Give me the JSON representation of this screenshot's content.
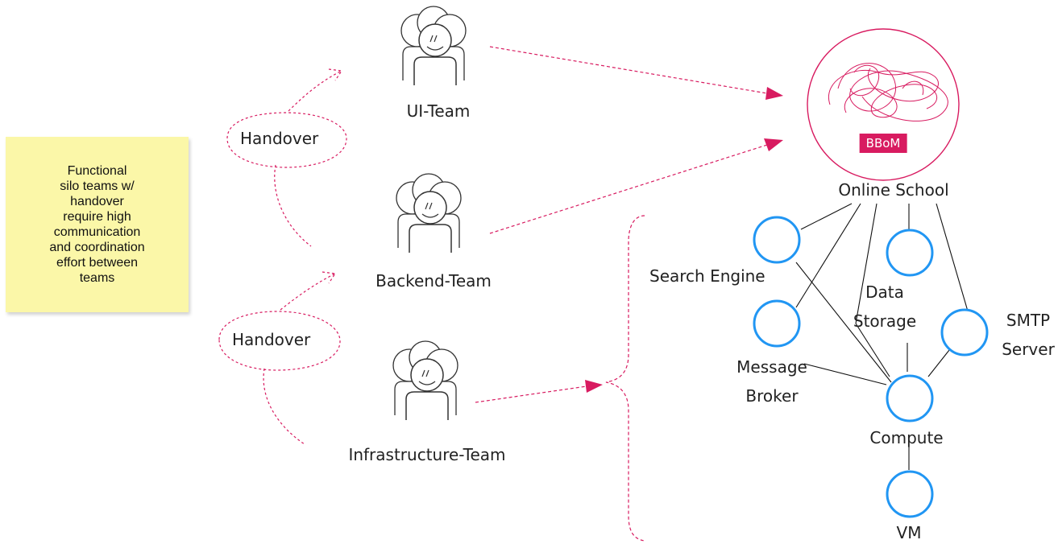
{
  "note": {
    "text": "Functional\nsilo teams w/\nhandover\nrequire high\ncommunication\nand coordination\neffort between\nteams"
  },
  "handovers": [
    "Handover",
    "Handover"
  ],
  "teams": {
    "ui": "UI-Team",
    "backend": "Backend-Team",
    "infrastructure": "Infrastructure-Team"
  },
  "monolith": {
    "badge": "BBoM",
    "label": "Online School"
  },
  "components": {
    "search_engine": "Search Engine",
    "data_storage": "Data\nStorage",
    "smtp_server": "SMTP\nServer",
    "message_broker": "Message\nBroker",
    "compute": "Compute",
    "vm": "VM"
  },
  "colors": {
    "accent": "#d81b60",
    "component_blue": "#2196f3",
    "sticky": "#fbf7a8"
  }
}
